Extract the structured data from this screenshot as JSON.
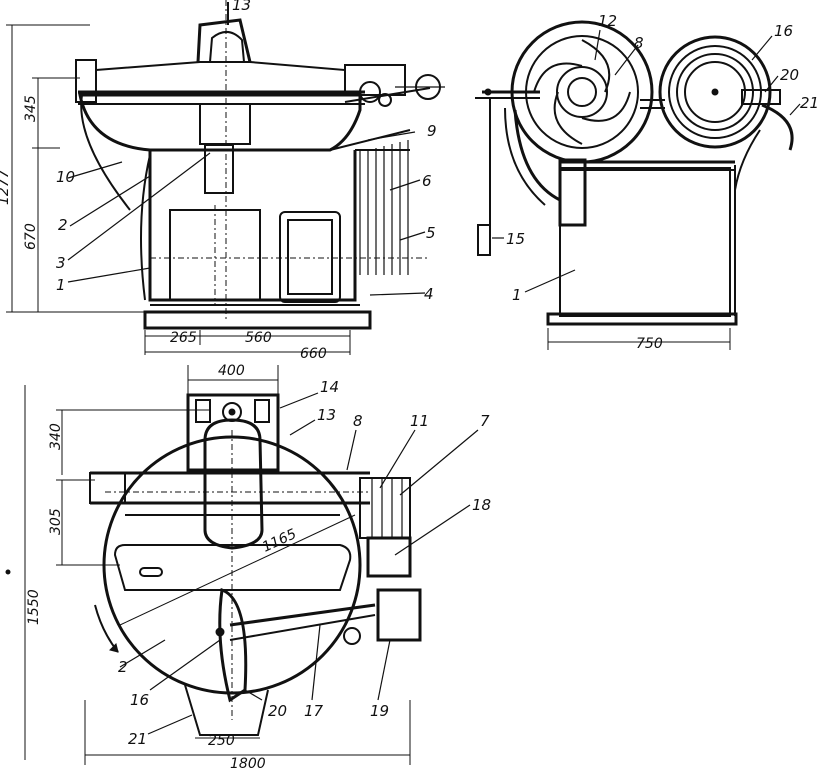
{
  "front_view": {
    "labels": {
      "l1": "1",
      "l2": "2",
      "l3": "3",
      "l4": "4",
      "l5": "5",
      "l6": "6",
      "l9": "9",
      "l10": "10",
      "l13": "13"
    },
    "dims": {
      "d1277": "1277",
      "d345": "345",
      "d670": "670",
      "d265": "265",
      "d560": "560",
      "d660": "660"
    }
  },
  "side_view": {
    "labels": {
      "l12": "12",
      "l8": "8",
      "l16": "16",
      "l20": "20",
      "l21": "21",
      "l15": "15",
      "l1": "1"
    },
    "dims": {
      "d750": "750"
    }
  },
  "plan_view": {
    "labels": {
      "l14": "14",
      "l13": "13",
      "l8": "8",
      "l11": "11",
      "l7": "7",
      "l18": "18",
      "l2": "2",
      "l16": "16",
      "l20": "20",
      "l17": "17",
      "l19": "19",
      "l21": "21"
    },
    "dims": {
      "d400": "400",
      "d340": "340",
      "d305": "305",
      "d1165": "1165",
      "d1550": "1550",
      "d250": "250",
      "d1800": "1800"
    }
  }
}
